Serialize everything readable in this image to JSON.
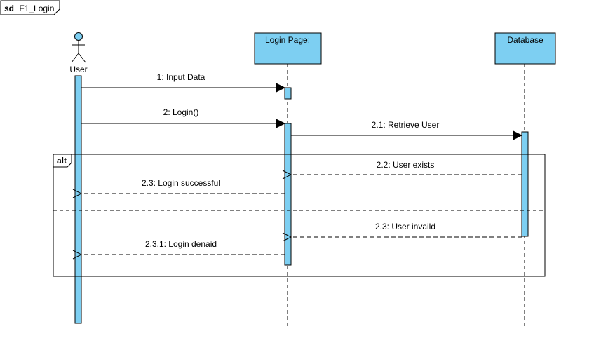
{
  "diagram": {
    "frame": {
      "keyword": "sd",
      "name": "F1_Login"
    },
    "actor": {
      "label": "User"
    },
    "lifelines": {
      "login_page": "Login Page:",
      "database": "Database"
    },
    "fragment": {
      "operator": "alt"
    },
    "messages": {
      "m1": "1: Input Data",
      "m2": "2: Login()",
      "m21": "2.1: Retrieve User",
      "m22": "2.2: User exists",
      "m23": "2.3: Login successful",
      "m23b": "2.3: User invaild",
      "m231": "2.3.1: Login denaid"
    },
    "colors": {
      "fill": "#7dcff2",
      "stroke": "#000000",
      "background": "#ffffff"
    }
  }
}
